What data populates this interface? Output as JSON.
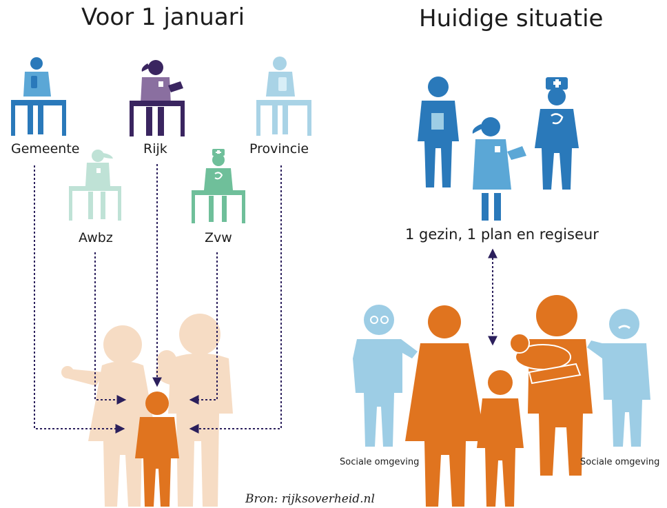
{
  "left": {
    "title": "Voor 1 januari",
    "labels": {
      "gemeente": "Gemeente",
      "rijk": "Rijk",
      "provincie": "Provincie",
      "awbz": "Awbz",
      "zvw": "Zvw"
    }
  },
  "right": {
    "title": "Huidige situatie",
    "caption": "1 gezin, 1 plan en regiseur",
    "social_left": "Sociale omgeving",
    "social_right": "Sociale omgeving"
  },
  "source": "Bron: rijksoverheid.nl",
  "colors": {
    "gemeente": "#3f84bd",
    "rijk": "#3a2560",
    "rijk_shirt": "#8a6fa0",
    "provincie": "#a9d3e6",
    "awbz": "#bfe2d6",
    "zvw": "#6fbf9a",
    "family_faded": "#f6dcc4",
    "orange": "#e0741f",
    "care_blue": "#2a79ba",
    "care_light": "#5ba7d6",
    "social_blue": "#9dcde5",
    "arrow": "#2b1f5c"
  }
}
